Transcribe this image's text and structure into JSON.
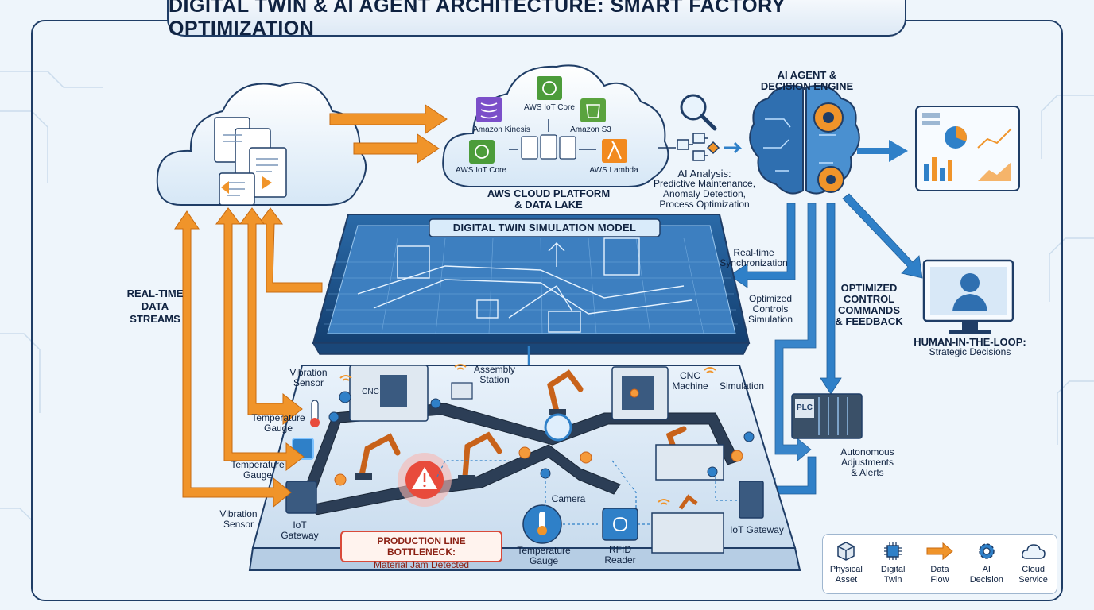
{
  "title": "DIGITAL TWIN & AI AGENT ARCHITECTURE: SMART FACTORY OPTIMIZATION",
  "cloud_services": {
    "kinesis": "Amazon Kinesis",
    "iot_core_top": "AWS IoT Core",
    "s3": "Amazon S3",
    "iot_core_bottom": "AWS IoT Core",
    "lambda": "AWS Lambda"
  },
  "aws_platform": {
    "line1": "AWS CLOUD PLATFORM",
    "line2": "& DATA LAKE"
  },
  "ai_agent": {
    "line1": "AI AGENT &",
    "line2": "DECISION ENGINE"
  },
  "ai_analysis": {
    "line1": "AI Analysis:",
    "line2": "Predictive Maintenance,",
    "line3": "Anomaly Detection,",
    "line4": "Process Optimization"
  },
  "digital_twin": {
    "title": "DIGITAL TWIN SIMULATION MODEL"
  },
  "realtime_sync": {
    "line1": "Real-time",
    "line2": "Synchronization"
  },
  "optimized_controls": {
    "line1": "Optimized",
    "line2": "Controls",
    "line3": "Simulation"
  },
  "optimized_commands": {
    "line1": "OPTIMIZED",
    "line2": "CONTROL",
    "line3": "COMMANDS",
    "line4": "& FEEDBACK"
  },
  "human_loop": {
    "line1": "HUMAN-IN-THE-LOOP:",
    "line2": "Strategic Decisions"
  },
  "data_streams": {
    "line1": "REAL-TIME",
    "line2": "DATA",
    "line3": "STREAMS"
  },
  "factory_labels": {
    "vibration_sensor_top": [
      "Vibration",
      "Sensor"
    ],
    "temperature_gauge_1": [
      "Temperature",
      "Gauge"
    ],
    "temperature_gauge_2": [
      "Temperature",
      "Gauge"
    ],
    "vibration_sensor_bottom": [
      "Vibration",
      "Sensor"
    ],
    "iot_gateway_left": [
      "IoT",
      "Gateway"
    ],
    "assembly_station": [
      "Assembly",
      "Station"
    ],
    "cnc_machine": [
      "CNC",
      "Machine"
    ],
    "simulation": "Simulation",
    "camera": "Camera",
    "temperature_gauge_3": [
      "Temperature",
      "Gauge"
    ],
    "rfid_reader": [
      "RFID",
      "Reader"
    ],
    "iot_gateway_right": "IoT Gateway",
    "cnc_small": "CNC",
    "plc": "PLC"
  },
  "autonomous": {
    "line1": "Autonomous",
    "line2": "Adjustments",
    "line3": "& Alerts"
  },
  "bottleneck": {
    "line1": "PRODUCTION LINE BOTTLENECK:",
    "line2": "Material Jam Detected"
  },
  "legend": [
    {
      "icon": "cube-icon",
      "line1": "Physical",
      "line2": "Asset"
    },
    {
      "icon": "chip-icon",
      "line1": "Digital",
      "line2": "Twin"
    },
    {
      "icon": "arrow-icon",
      "line1": "Data",
      "line2": "Flow"
    },
    {
      "icon": "gear-icon",
      "line1": "AI",
      "line2": "Decision"
    },
    {
      "icon": "cloud-icon",
      "line1": "Cloud",
      "line2": "Service"
    }
  ],
  "colors": {
    "data_flow": "#f0942a",
    "control_flow": "#2f80c8",
    "dark_navy": "#1f3d66",
    "alert_red": "#d94a3a",
    "panel_blue": "#1d4f86"
  }
}
